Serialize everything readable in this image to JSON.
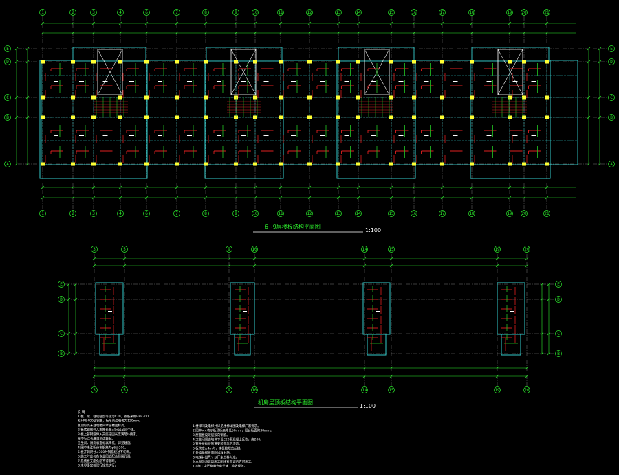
{
  "colors": {
    "background": "#000000",
    "axis": "#2df02d",
    "grid": "#9a9a9a",
    "wall": "#33cccc",
    "rebar_red": "#e02020",
    "rebar_green": "#23c823",
    "column": "#ffff33",
    "shaft": "#ffffff"
  },
  "plan_top": {
    "title": "6~9层楼板结构平面图",
    "scale": "1:100",
    "top_axes": [
      "1",
      "2",
      "3",
      "4",
      "6",
      "7",
      "8",
      "9",
      "10",
      "11",
      "12",
      "13",
      "14",
      "15",
      "16",
      "17",
      "18",
      "19",
      "20",
      "21"
    ],
    "bottom_axes": [
      "1",
      "2",
      "3",
      "4",
      "6",
      "7",
      "8",
      "9",
      "10",
      "11",
      "12",
      "13",
      "14",
      "15",
      "16",
      "17",
      "18",
      "19",
      "20",
      "21"
    ],
    "left_axes": [
      "E",
      "D",
      "C",
      "B",
      "A"
    ],
    "right_axes": [
      "E",
      "D",
      "C",
      "B",
      "A"
    ]
  },
  "plan_bottom": {
    "title": "机房层顶板结构平面图",
    "scale": "1:100",
    "top_axes": [
      "3",
      "5",
      "9",
      "10",
      "14",
      "15",
      "19",
      "20"
    ],
    "bottom_axes": [
      "3",
      "5",
      "9",
      "10",
      "14",
      "15",
      "19",
      "20"
    ],
    "left_axes": [
      "E",
      "D",
      "C",
      "B"
    ],
    "right_axes": [
      "E",
      "D",
      "C",
      "B"
    ]
  },
  "notes": {
    "heading": "说 明",
    "col1": [
      "1.板、梁、柱砼强度等级为C30，钢筋采用HPB300",
      "  及HRB400级钢筋，板厚未注明者为120mm。",
      "  板顶标高未注明者同本层楼面标高。",
      "2.板底钢筋伸入支座长度≥5d且至梁中线。",
      "3.板上部钢筋伸入支座锚固长度满足la要求，",
      "  图中标注长度自梁边算起。",
      "  卫生间、厨房板面标高降低，详见建施。",
      "4.图中未注明分布钢筋为φ6@200。",
      "5.板开洞尺寸≤300时钢筋绕过不切断。",
      "6.施工时应与各专业图纸配合预留孔洞。",
      "7.悬挑板支座负筋不得截断。",
      "8.未尽事宜按现行规范执行。"
    ],
    "col2": [
      "1.楼梯间及电梯井详见楼梯详图及电梯厂家要求。",
      "2.图中××表示板顶标高降低50mm，阳台板面降30mm。",
      "3.屋面板设双层双向钢筋。",
      "4.卫生间周边墙体下设C20素混凝土反坎，高200。",
      "5.管井楼板待管道安装完毕后浇筑。",
      "6.板跨度≥4m时，模板按规范起拱。",
      "7.外墙角部板面附加放射筋。",
      "8.电梯井道尺寸以厂家资料为准。",
      "9.本图须与建筑施工图核对无误后方可施工。",
      "10.施工中严格遵守有关施工验收规范。"
    ]
  }
}
